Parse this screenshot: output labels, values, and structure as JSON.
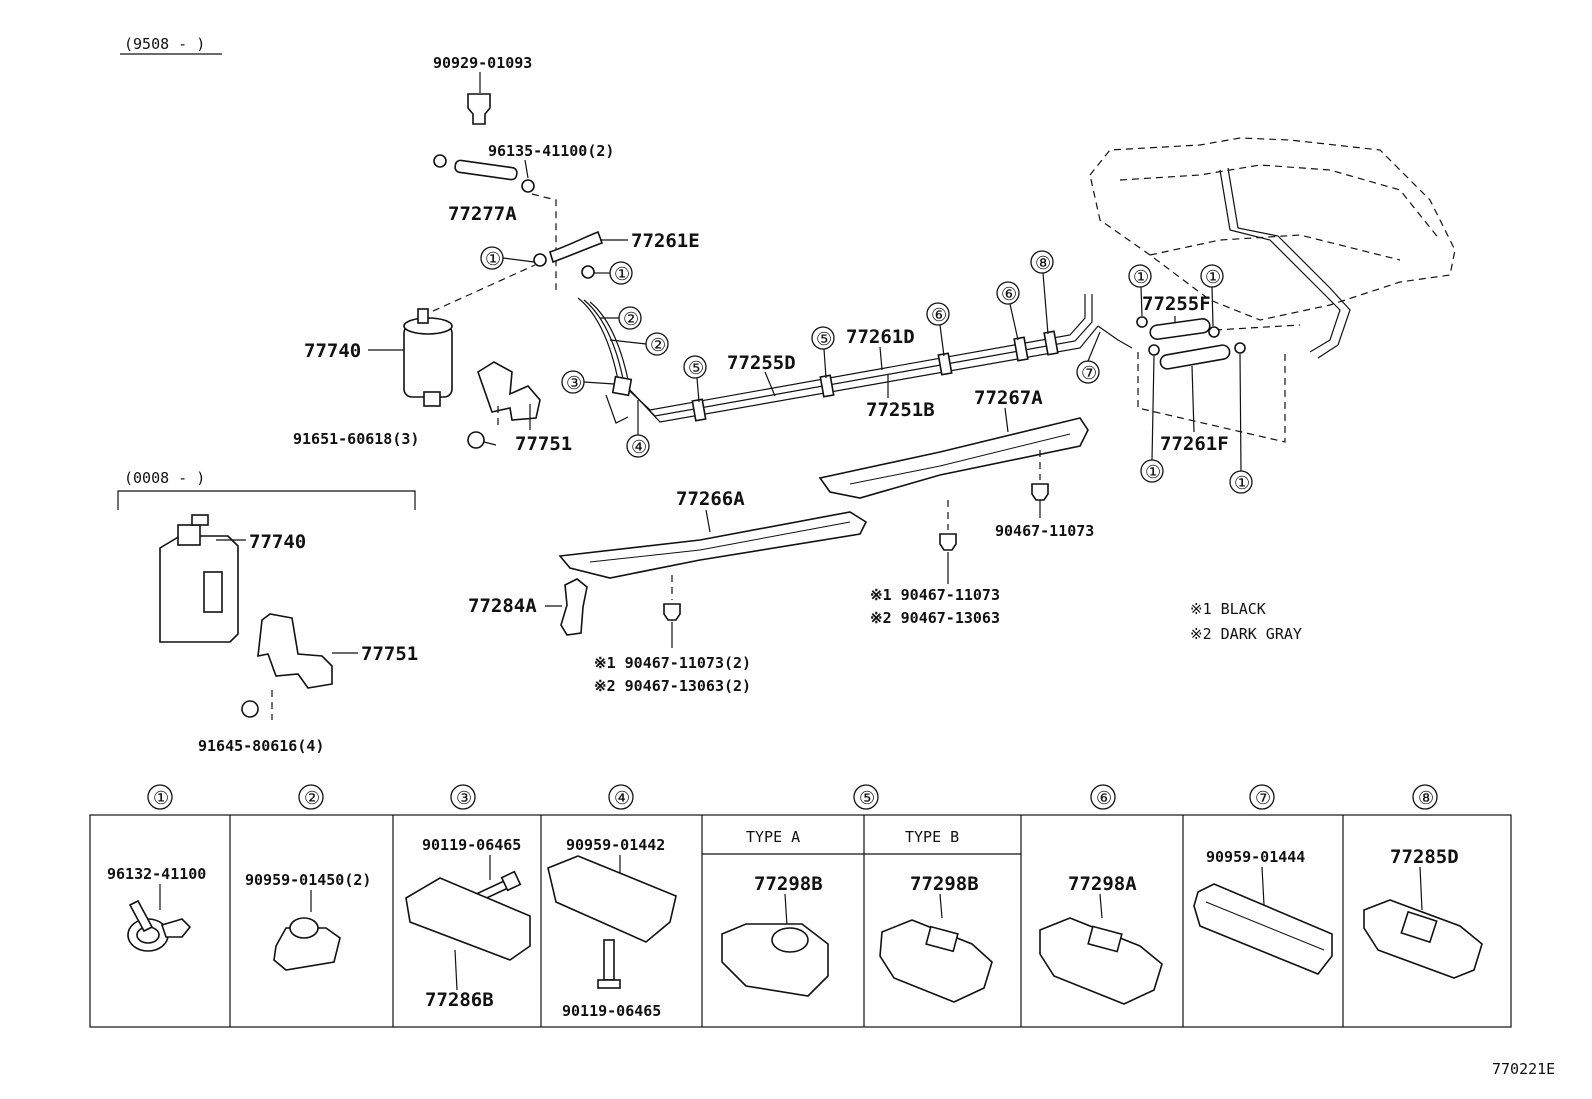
{
  "ranges": {
    "r1": "(9508 -     )",
    "r2": "(0008 -     )"
  },
  "parts": {
    "p90929_01093": "90929-01093",
    "p96135_41100": "96135-41100(2)",
    "p77277A": "77277A",
    "p77261E": "77261E",
    "p77740a": "77740",
    "p77740b": "77740",
    "p91651": "91651-60618(3)",
    "p77751a": "77751",
    "p77751b": "77751",
    "p91645": "91645-80616(4)",
    "p77255D": "77255D",
    "p77261D": "77261D",
    "p77251B": "77251B",
    "p77267A": "77267A",
    "p77255F": "77255F",
    "p77261F": "77261F",
    "p90467_11073": "90467-11073",
    "p77266A": "77266A",
    "p77284A": "77284A",
    "n1a": "※1 90467-11073(2)",
    "n2a": "※2 90467-13063(2)",
    "n1b": "※1 90467-11073",
    "n2b": "※2 90467-13063"
  },
  "legend": {
    "l1": "※1  BLACK",
    "l2": "※2  DARK GRAY"
  },
  "table": {
    "c1": "①",
    "c2": "②",
    "c3": "③",
    "c4": "④",
    "c5": "⑤",
    "c6": "⑥",
    "c7": "⑦",
    "c8": "⑧",
    "t1": "96132-41100",
    "t2": "90959-01450(2)",
    "t3a": "90119-06465",
    "t3b": "77286B",
    "t4a": "90959-01442",
    "t4b": "90119-06465",
    "typeA": "TYPE  A",
    "typeB": "TYPE  B",
    "t5a": "77298B",
    "t5b": "77298B",
    "t6": "77298A",
    "t7": "90959-01444",
    "t8": "77285D"
  },
  "callouts": {
    "c1": "①",
    "c2": "②",
    "c3": "③",
    "c4": "④",
    "c5": "⑤",
    "c6": "⑥",
    "c7": "⑦",
    "c8": "⑧"
  },
  "diagram_id": "770221E"
}
